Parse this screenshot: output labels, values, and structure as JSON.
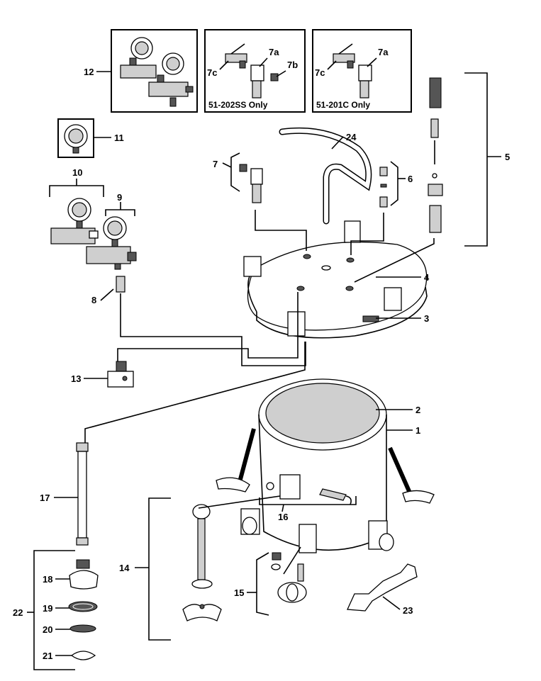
{
  "callouts": {
    "c1": "1",
    "c2": "2",
    "c3": "3",
    "c4": "4",
    "c5": "5",
    "c6": "6",
    "c7": "7",
    "c7a_1": "7a",
    "c7b": "7b",
    "c7c_1": "7c",
    "c7a_2": "7a",
    "c7c_2": "7c",
    "c8": "8",
    "c9": "9",
    "c10": "10",
    "c11": "11",
    "c12": "12",
    "c13": "13",
    "c14": "14",
    "c15": "15",
    "c16": "16",
    "c17": "17",
    "c18": "18",
    "c19": "19",
    "c20": "20",
    "c21": "21",
    "c22": "22",
    "c23": "23",
    "c24": "24"
  },
  "insets": {
    "ss_caption": "51-202SS Only",
    "c_caption": "51-201C Only"
  }
}
